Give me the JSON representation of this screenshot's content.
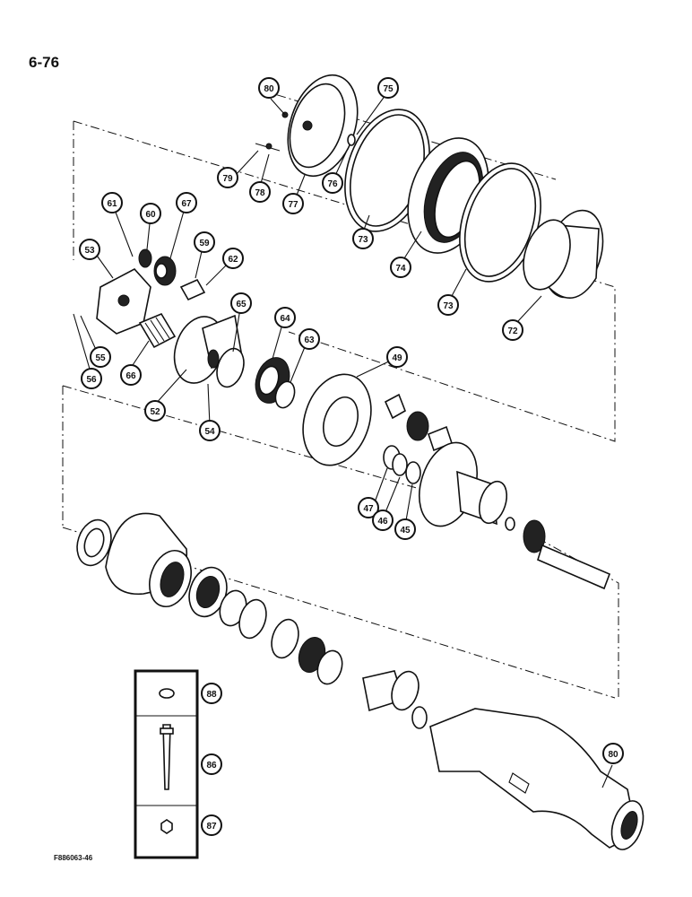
{
  "page": {
    "number": "6-76",
    "figure_code": "F886063-46"
  },
  "callouts": {
    "c80a": "80",
    "c75": "75",
    "c79": "79",
    "c78": "78",
    "c77": "77",
    "c76": "76",
    "c73a": "73",
    "c74": "74",
    "c73b": "73",
    "c72": "72",
    "c61": "61",
    "c60": "60",
    "c67": "67",
    "c59": "59",
    "c62": "62",
    "c53": "53",
    "c65": "65",
    "c64": "64",
    "c63": "63",
    "c49": "49",
    "c55": "55",
    "c56": "56",
    "c66": "66",
    "c52": "52",
    "c54": "54",
    "c47": "47",
    "c46": "46",
    "c45": "45",
    "c88": "88",
    "c86": "86",
    "c87": "87",
    "c80b": "80"
  }
}
